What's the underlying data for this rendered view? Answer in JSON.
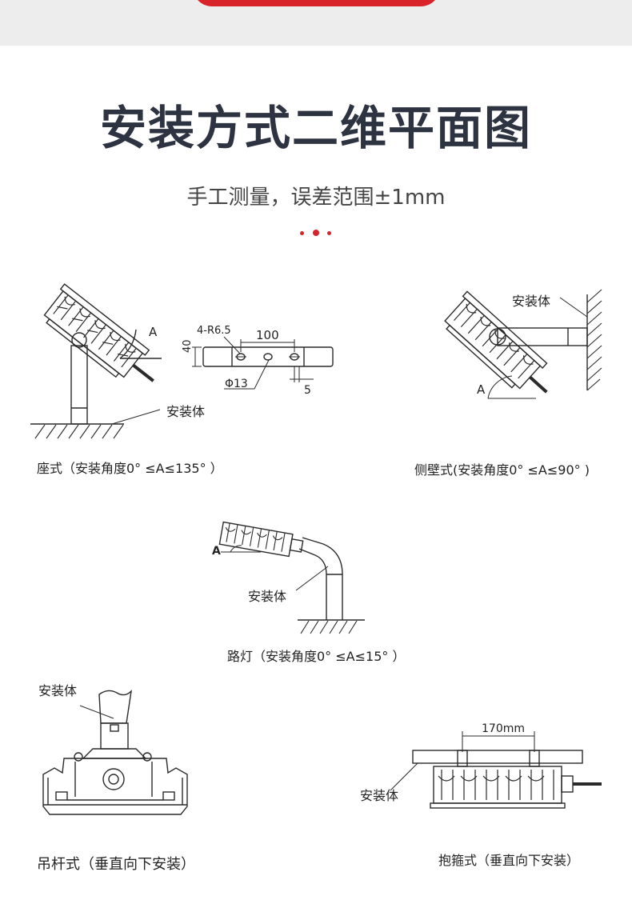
{
  "header": {
    "title": "安装方式二维平面图",
    "subtitle": "手工测量，误差范围±1mm"
  },
  "diagrams": {
    "seat": {
      "caption": "座式（安装角度0° ≤A≤135° ）",
      "label_body": "安装体",
      "angle_label": "A"
    },
    "bracket_drawing": {
      "holes_label": "4-R6.5",
      "spacing_label": "100",
      "height_label": "40",
      "hole_diameter_label": "Φ13",
      "offset_label": "5"
    },
    "wall": {
      "caption": "侧壁式(安装角度0° ≤A≤90° )",
      "label_body": "安装体",
      "angle_label": "A"
    },
    "street": {
      "caption": "路灯（安装角度0° ≤A≤15° ）",
      "label_body": "安装体",
      "angle_label": "A"
    },
    "pendant": {
      "caption": "吊杆式（垂直向下安装）",
      "label_body": "安装体"
    },
    "clamp": {
      "caption": "抱箍式（垂直向下安装）",
      "label_body": "安装体",
      "spacing_label": "170mm"
    }
  },
  "colors": {
    "accent": "#d8232a",
    "title": "#2d3340"
  }
}
